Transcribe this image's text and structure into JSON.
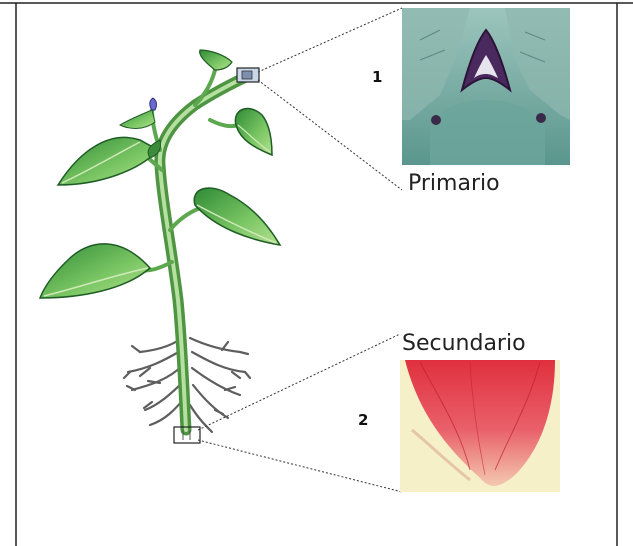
{
  "labels": {
    "marker_1": "1",
    "marker_2": "2",
    "primary": "Primario",
    "secondary": "Secundario"
  },
  "colors": {
    "leaf_dark": "#1f6b2a",
    "leaf_light": "#7fc96b",
    "stem": "#8cc87a",
    "root": "#6a6a6a",
    "primary_tissue": "#5f9d92",
    "secondary_tissue": "#d94a5a"
  }
}
